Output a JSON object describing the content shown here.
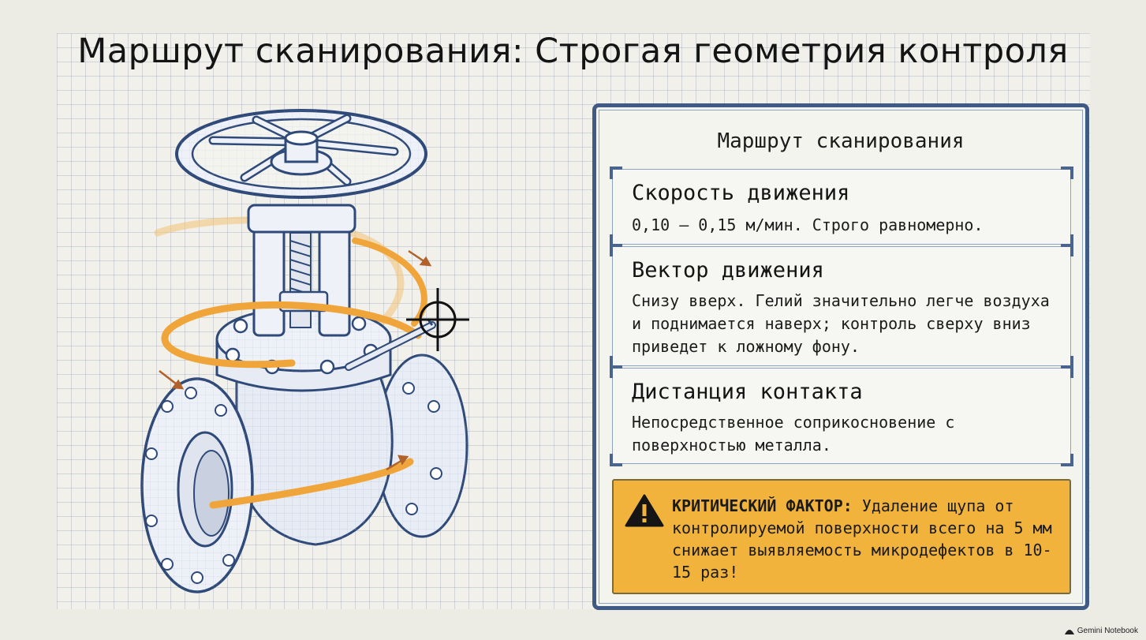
{
  "title": "Маршрут сканирования: Строгая геометрия контроля",
  "panel": {
    "title": "Маршрут сканирования",
    "cards": [
      {
        "heading": "Скорость движения",
        "text": "0,10 — 0,15 м/мин. Строго равномерно."
      },
      {
        "heading": "Вектор движения",
        "text": "Снизу вверх. Гелий значительно легче воздуха и поднимается наверх; контроль сверху вниз приведет к ложному фону."
      },
      {
        "heading": "Дистанция контакта",
        "text": "Непосредственное соприкосновение с поверхностью металла."
      }
    ],
    "warning": {
      "label": "КРИТИЧЕСКИЙ ФАКТОР:",
      "text": "Удаление щупа от контролируемой поверхности всего на 5 мм снижает выявляемость микродефектов в 10-15 раз!",
      "icon": "warning-triangle-icon"
    }
  },
  "footer": {
    "brand": "Gemini Notebook",
    "icon": "gemini-logo-icon"
  },
  "colors": {
    "background": "#ecebe4",
    "panel_border": "#3f5a85",
    "warning_fill": "#f1b33c",
    "scan_path": "#f0a53a",
    "drawing_lines": "#2f4a78"
  }
}
